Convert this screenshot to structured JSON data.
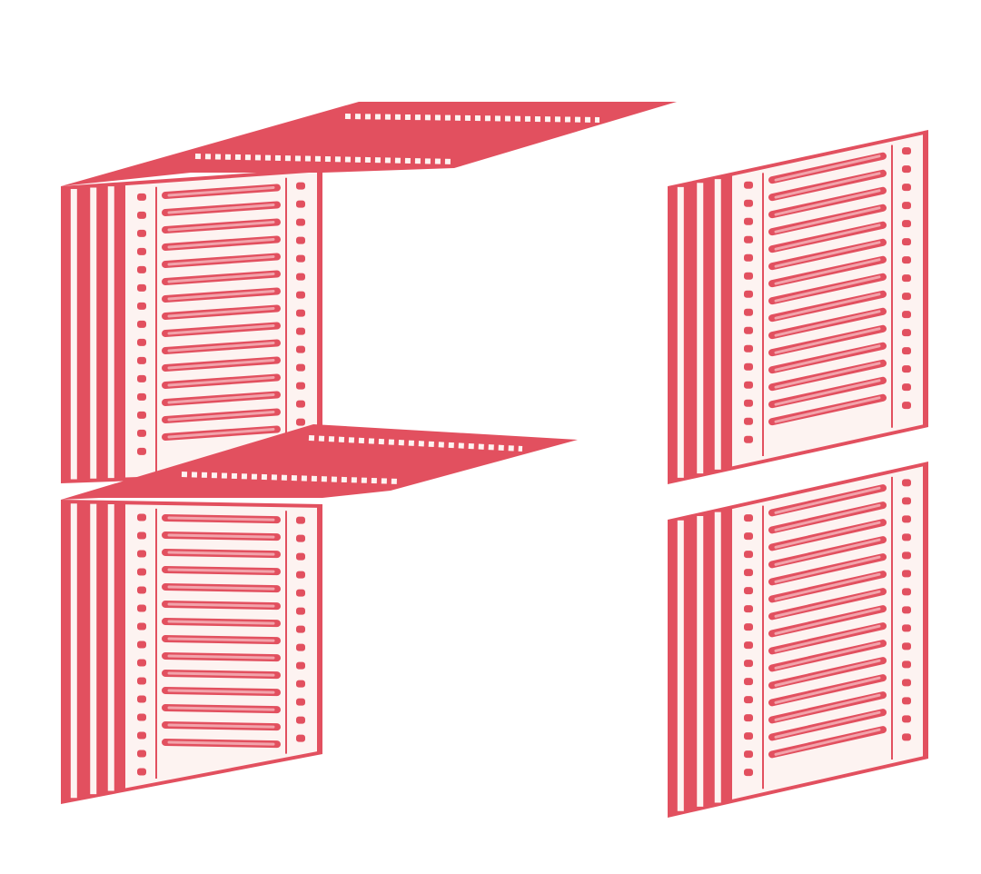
{
  "illustration": {
    "colors": {
      "red": "#e2505f",
      "light_red": "#f2a3ab",
      "paper": "#fdf3f1",
      "background": "#ffffff"
    },
    "stacks": [
      {
        "name": "letter-f-upper-stem"
      },
      {
        "name": "letter-f-lower-stem"
      },
      {
        "name": "letter-i-upper-block"
      },
      {
        "name": "letter-i-lower-block"
      }
    ],
    "bars": [
      {
        "name": "letter-f-top-arm"
      },
      {
        "name": "letter-f-middle-arm"
      }
    ]
  }
}
